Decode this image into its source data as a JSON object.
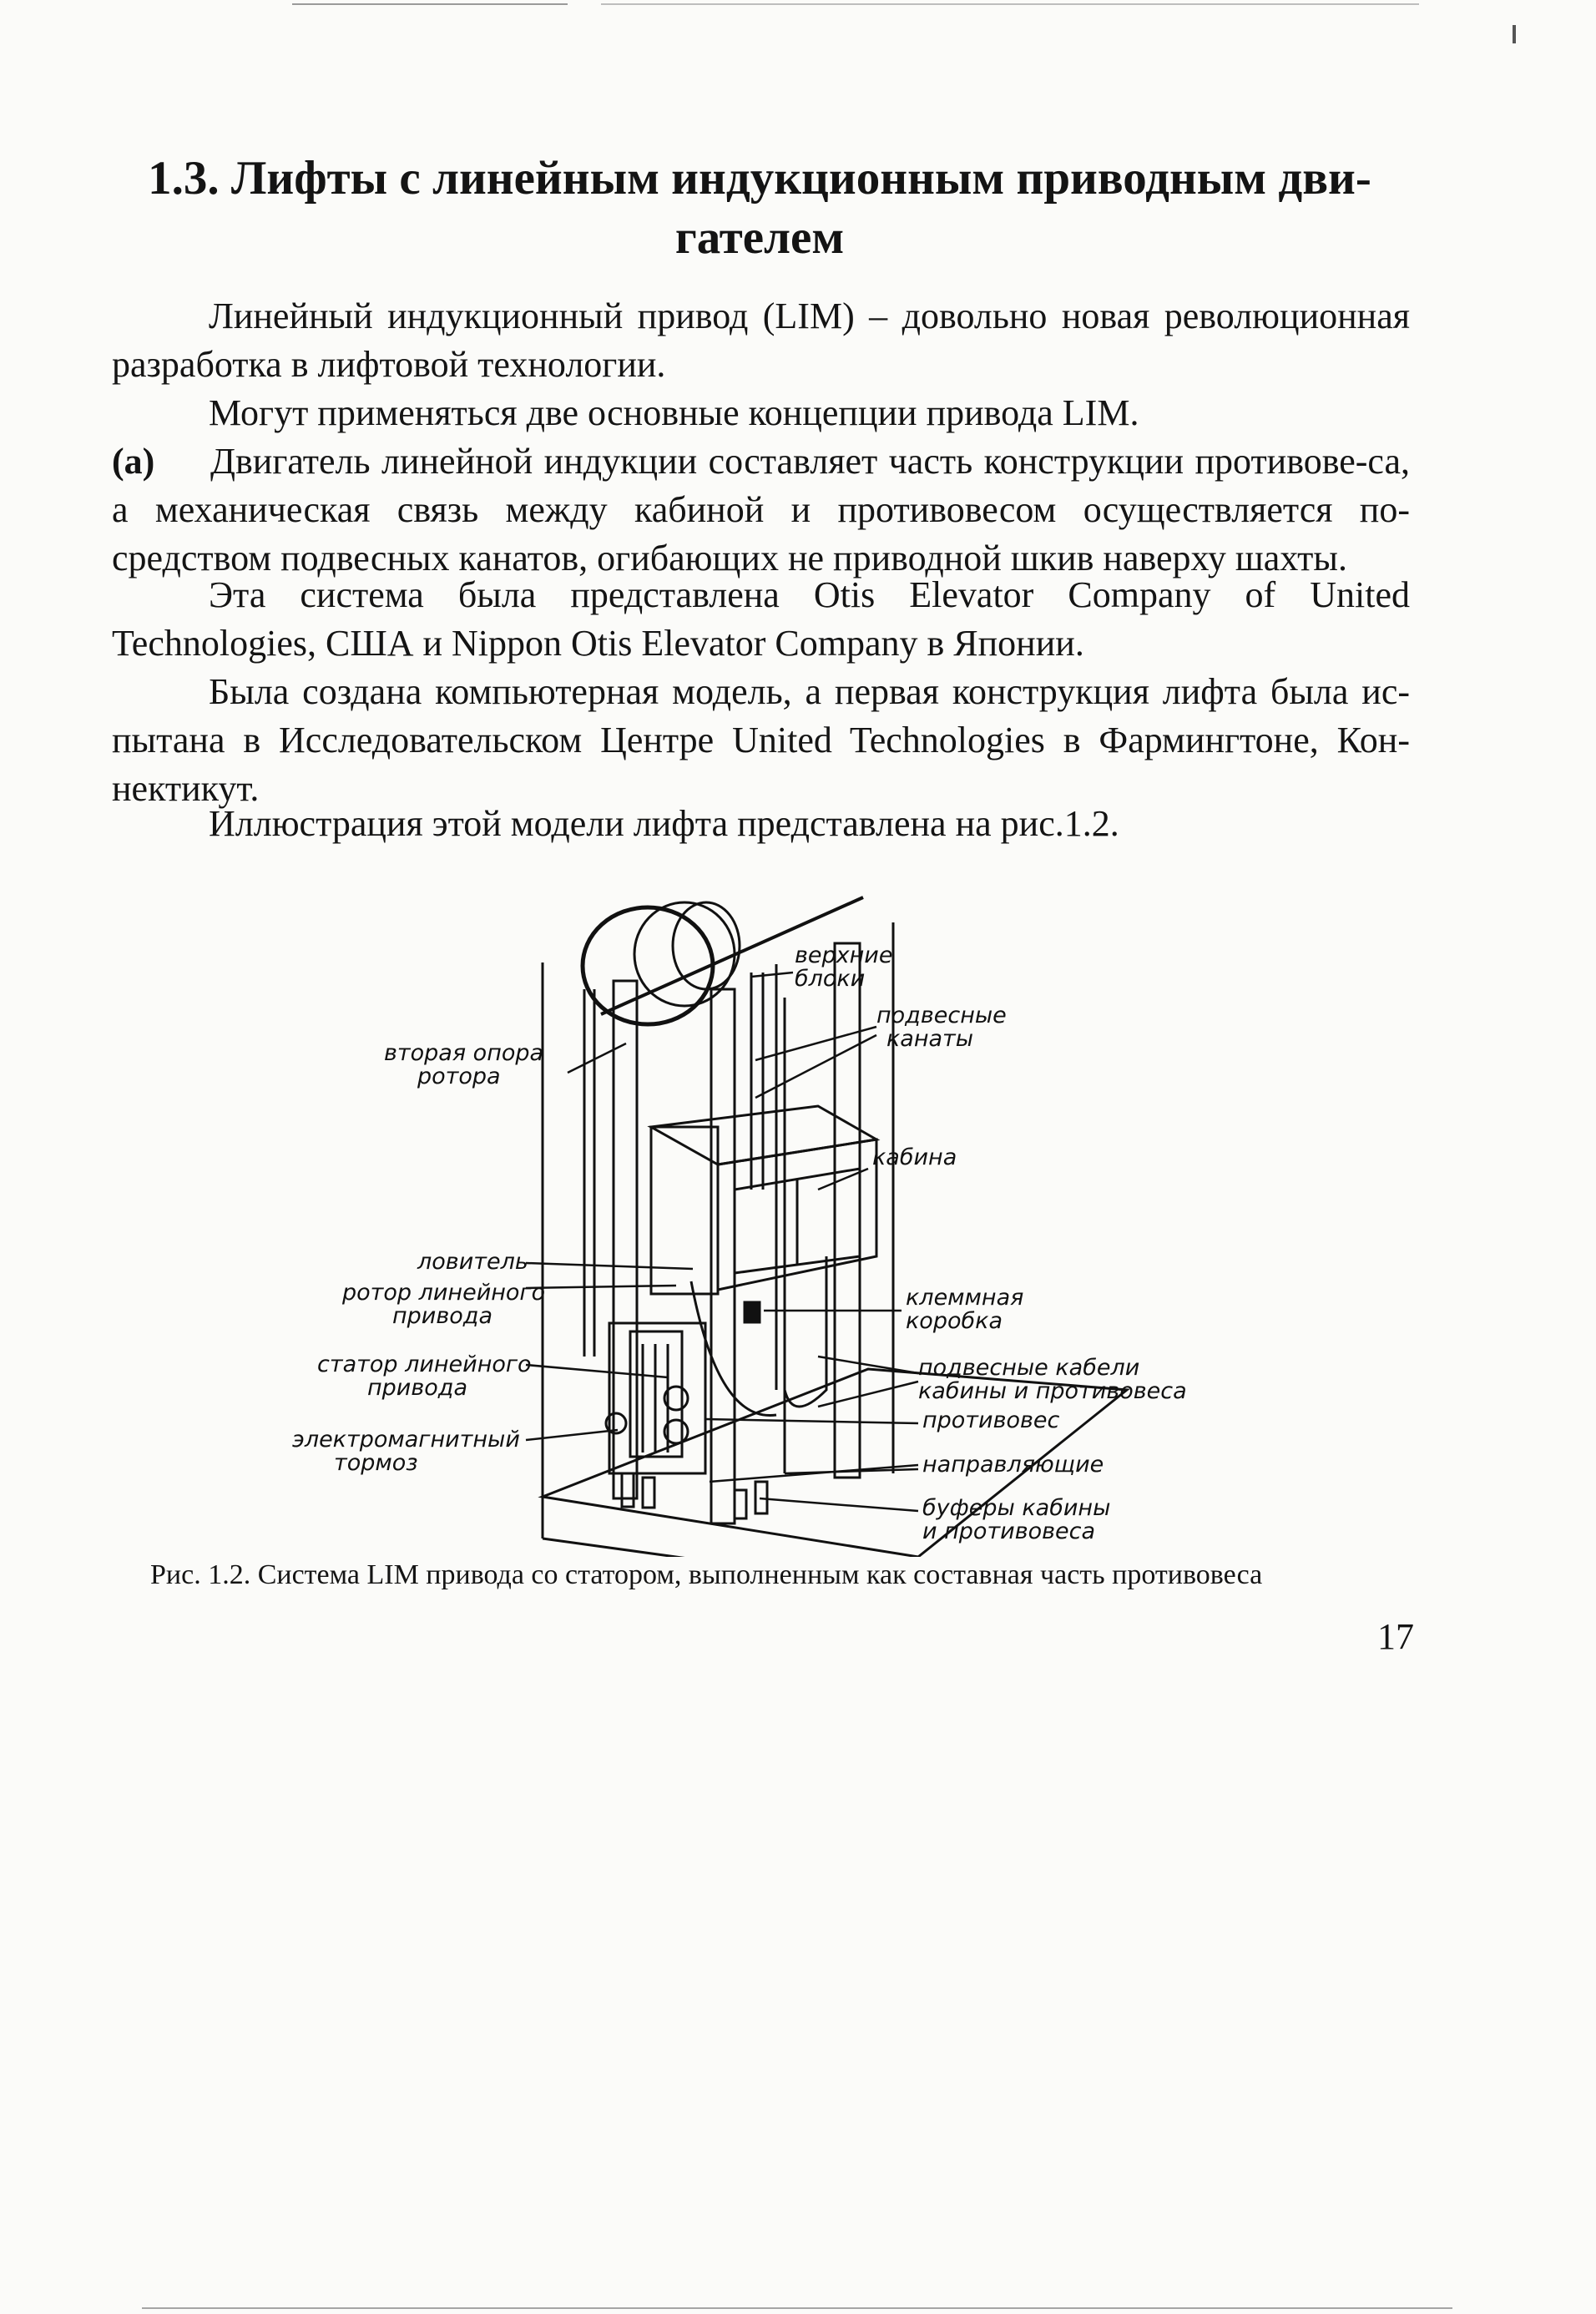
{
  "heading": "1.3. Лифты с линейным индукционным приводным дви-гателем",
  "heading_lines": [
    "1.3. Лифты с линейным индукционным приводным дви-",
    "гателем"
  ],
  "paragraphs": [
    "Линейный индукционный привод (LIM) – довольно новая революционная разработка в лифтовой технологии.",
    "Могут применяться две основные концепции привода LIM.",
    "Двигатель линейной индукции составляет часть конструкции противове-са, а механическая связь между кабиной и противовесом осуществляется по-средством подвесных канатов, огибающих не приводной шкив наверху шахты.",
    "Эта система была представлена Otis Elevator Company of United Technologies, США и Nippon Otis Elevator Company в Японии.",
    "Была создана компьютерная модель, а первая конструкция лифта была ис-пытана в Исследовательском Центре United Technologies в Фармингтоне, Кон-нектикут.",
    "Иллюстрация этой модели лифта представлена на рис.1.2."
  ],
  "item_tag": "(а)",
  "figure": {
    "labels": {
      "upper_blocks": [
        "верхние",
        "блоки"
      ],
      "ropes": [
        "подвесные",
        "канаты"
      ],
      "second_support": [
        "вторая опора",
        "ротора"
      ],
      "cabin": "кабина",
      "catcher": "ловитель",
      "rotor": [
        "ротор линейного",
        "привода"
      ],
      "terminal_box": [
        "клеммная",
        "коробка"
      ],
      "stator": [
        "статор линейного",
        "привода"
      ],
      "cables": [
        "подвесные кабели",
        "кабины и противовеса"
      ],
      "counterweight": "противовес",
      "brake": [
        "электромагнитный",
        "тормоз"
      ],
      "guides": "направляющие",
      "buffers": [
        "буферы кабины",
        "и противовеса"
      ]
    }
  },
  "caption": "Рис. 1.2. Система LIM привода со статором, выполненным как составная часть противовеса",
  "page_number": "17"
}
